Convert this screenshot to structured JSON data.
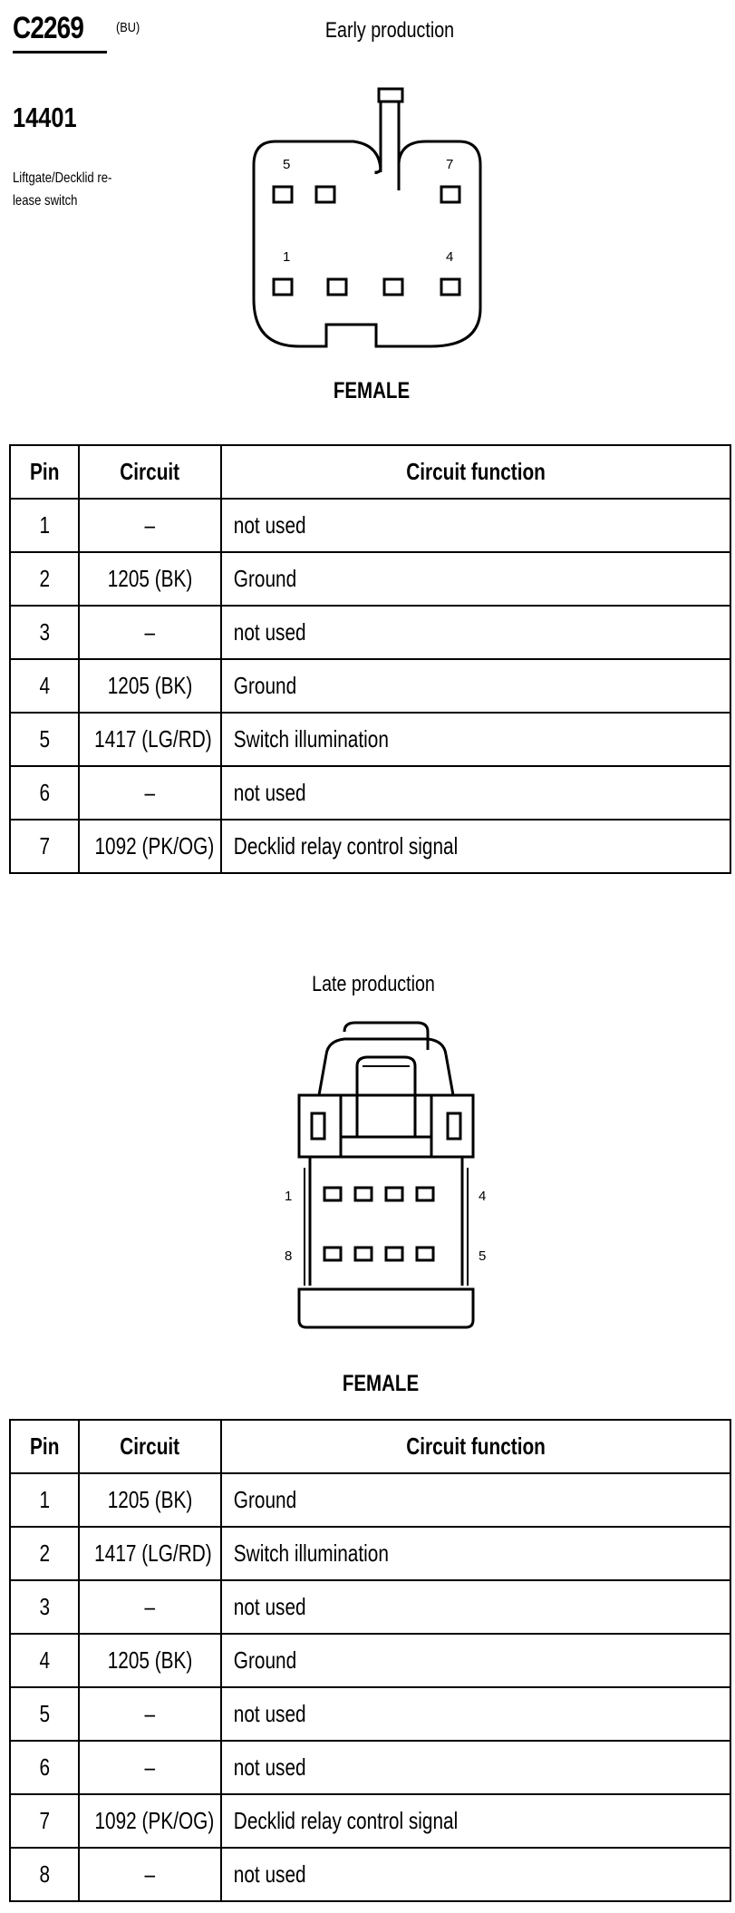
{
  "connector": {
    "id": "C2269",
    "color_code": "(BU)",
    "part_number": "14401",
    "description": "Liftgate/Decklid re-lease switch"
  },
  "early": {
    "title": "Early production",
    "view_label": "FEMALE",
    "pin_labels": {
      "p5": "5",
      "p7": "7",
      "p1": "1",
      "p4": "4"
    },
    "headers": {
      "pin": "Pin",
      "circuit": "Circuit",
      "function": "Circuit function"
    },
    "rows": [
      {
        "pin": "1",
        "circuit": "–",
        "function": "not used"
      },
      {
        "pin": "2",
        "circuit": "1205 (BK)",
        "function": "Ground"
      },
      {
        "pin": "3",
        "circuit": "–",
        "function": "not used"
      },
      {
        "pin": "4",
        "circuit": "1205 (BK)",
        "function": "Ground"
      },
      {
        "pin": "5",
        "circuit": "1417 (LG/RD)",
        "function": "Switch illumination"
      },
      {
        "pin": "6",
        "circuit": "–",
        "function": "not used"
      },
      {
        "pin": "7",
        "circuit": "1092 (PK/OG)",
        "function": "Decklid relay control signal"
      }
    ]
  },
  "late": {
    "title": "Late production",
    "view_label": "FEMALE",
    "pin_labels": {
      "p1": "1",
      "p4": "4",
      "p8": "8",
      "p5": "5"
    },
    "headers": {
      "pin": "Pin",
      "circuit": "Circuit",
      "function": "Circuit function"
    },
    "rows": [
      {
        "pin": "1",
        "circuit": "1205 (BK)",
        "function": "Ground"
      },
      {
        "pin": "2",
        "circuit": "1417 (LG/RD)",
        "function": "Switch illumination"
      },
      {
        "pin": "3",
        "circuit": "–",
        "function": "not used"
      },
      {
        "pin": "4",
        "circuit": "1205 (BK)",
        "function": "Ground"
      },
      {
        "pin": "5",
        "circuit": "–",
        "function": "not used"
      },
      {
        "pin": "6",
        "circuit": "–",
        "function": "not used"
      },
      {
        "pin": "7",
        "circuit": "1092 (PK/OG)",
        "function": "Decklid relay control signal"
      },
      {
        "pin": "8",
        "circuit": "–",
        "function": "not used"
      }
    ]
  }
}
